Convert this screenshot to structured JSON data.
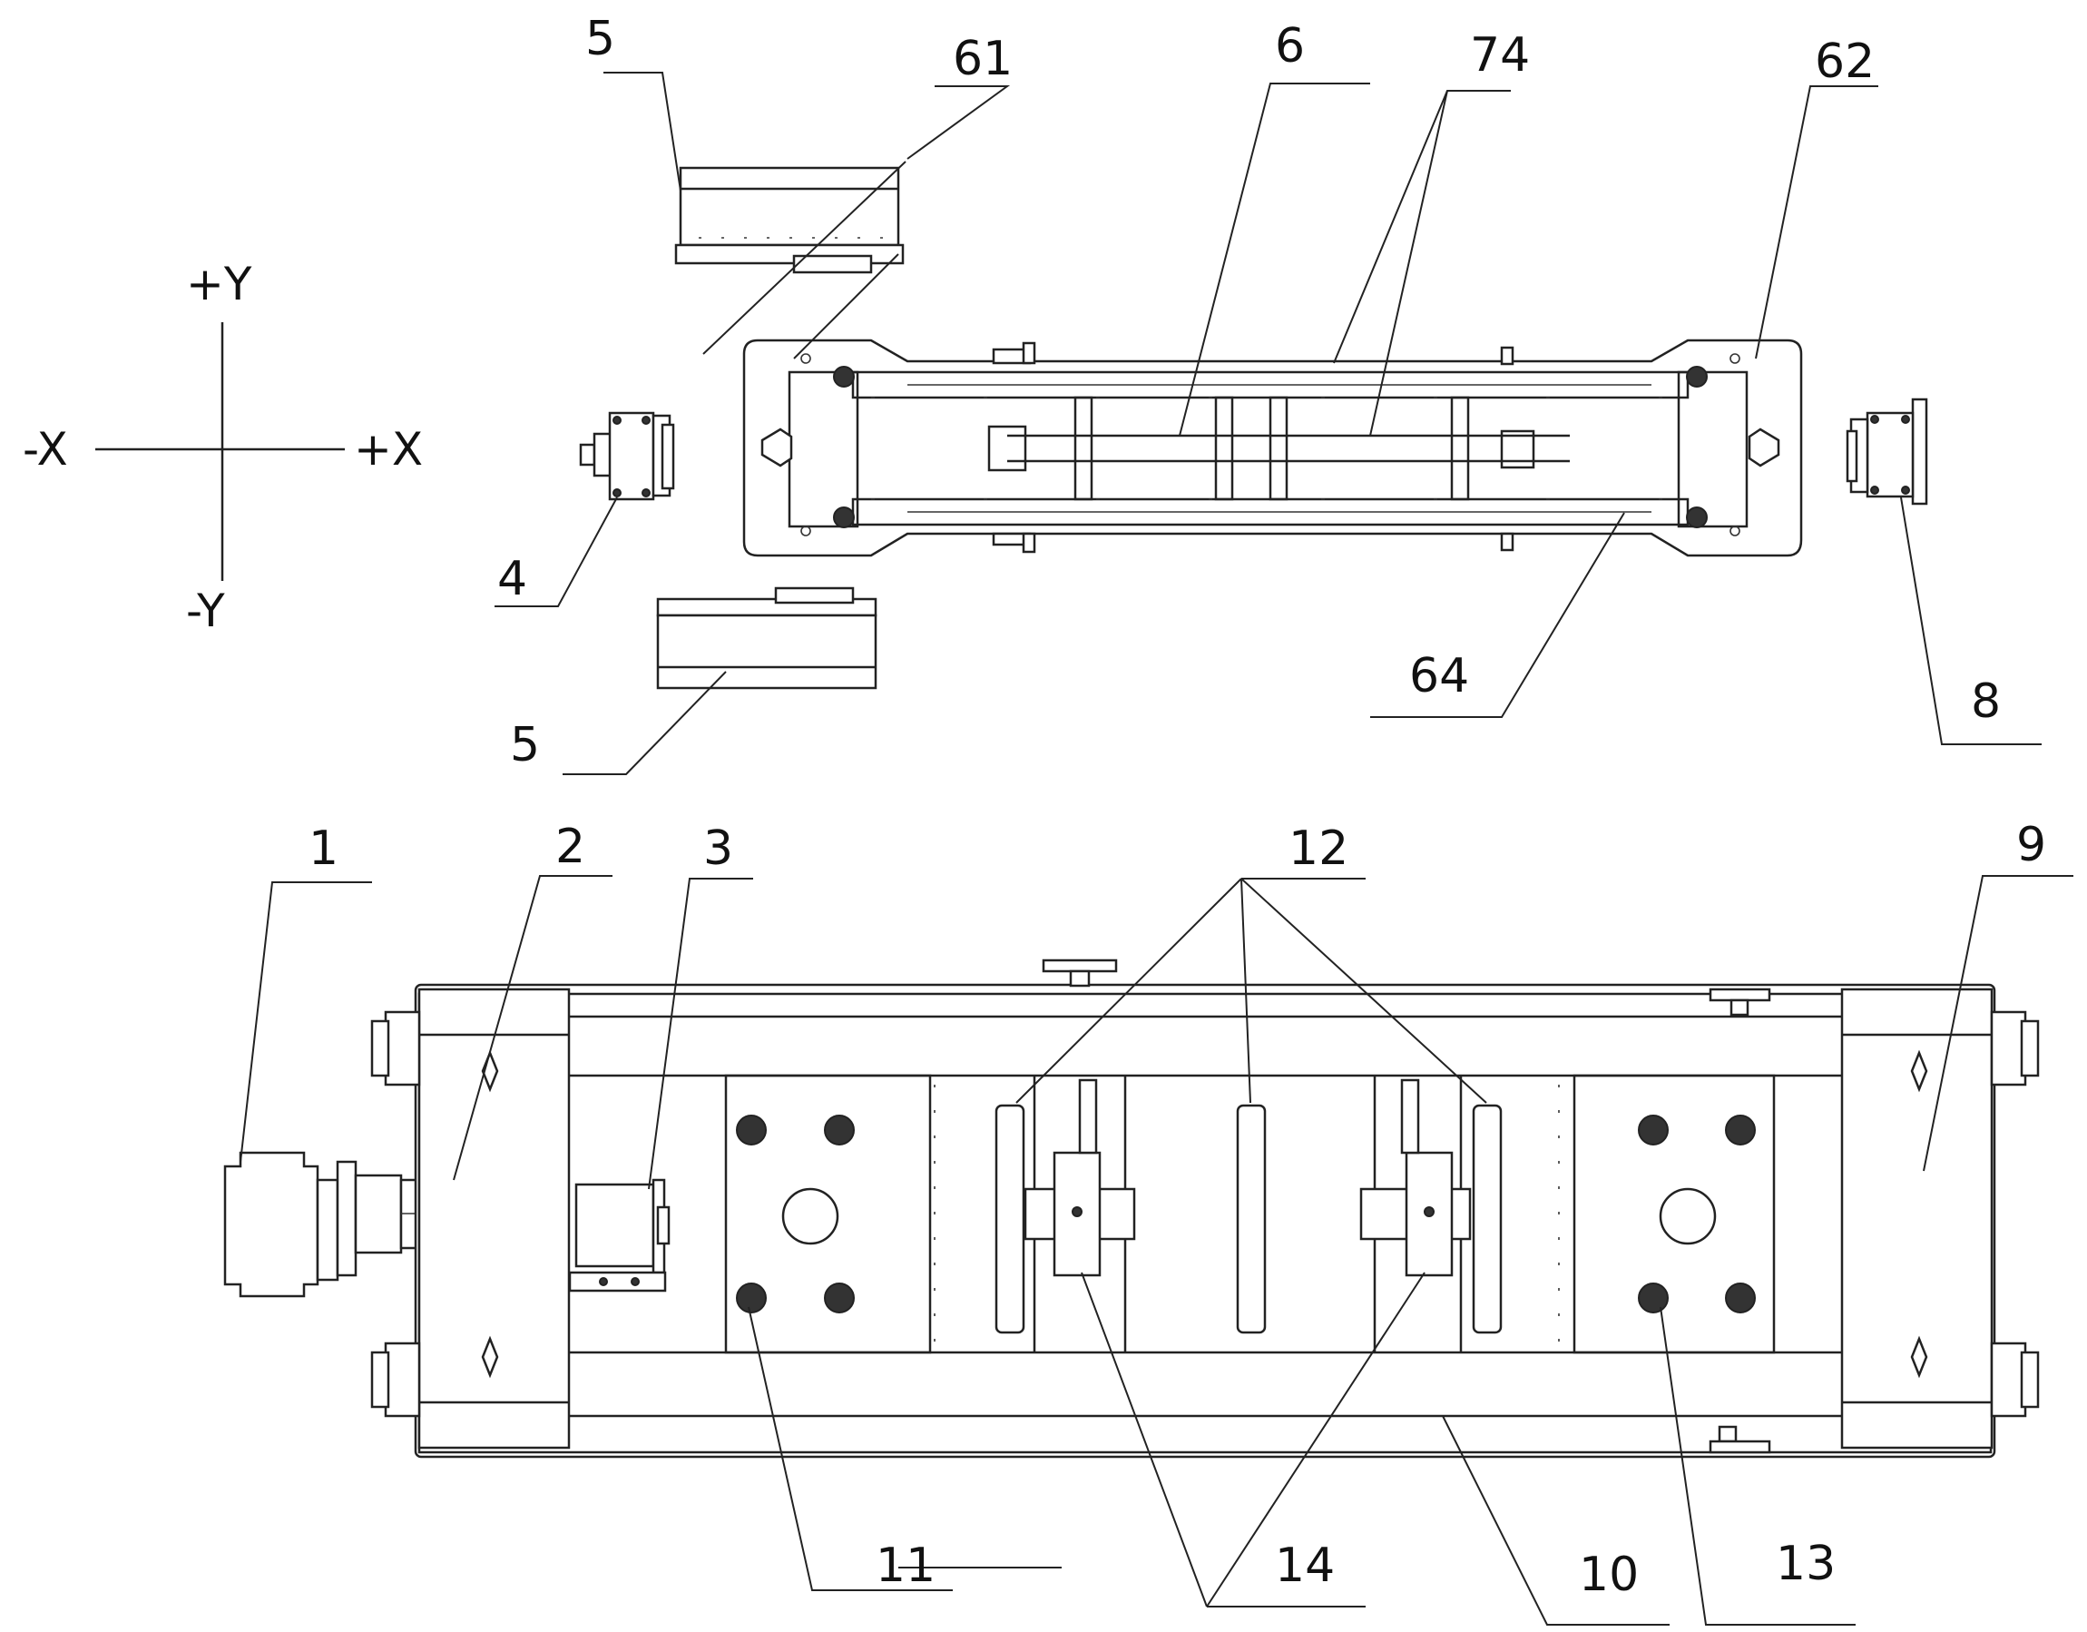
{
  "axes": {
    "pos_y": "+Y",
    "neg_y": "-Y",
    "neg_x": "-X",
    "pos_x": "+X"
  },
  "labels": {
    "l5_top": "5",
    "l61": "61",
    "l6": "6",
    "l74": "74",
    "l62": "62",
    "l4": "4",
    "l5_bottom": "5",
    "l64": "64",
    "l8": "8",
    "l1": "1",
    "l2": "2",
    "l3": "3",
    "l12": "12",
    "l9": "9",
    "l11": "11",
    "l14": "14",
    "l10": "10",
    "l13": "13"
  }
}
